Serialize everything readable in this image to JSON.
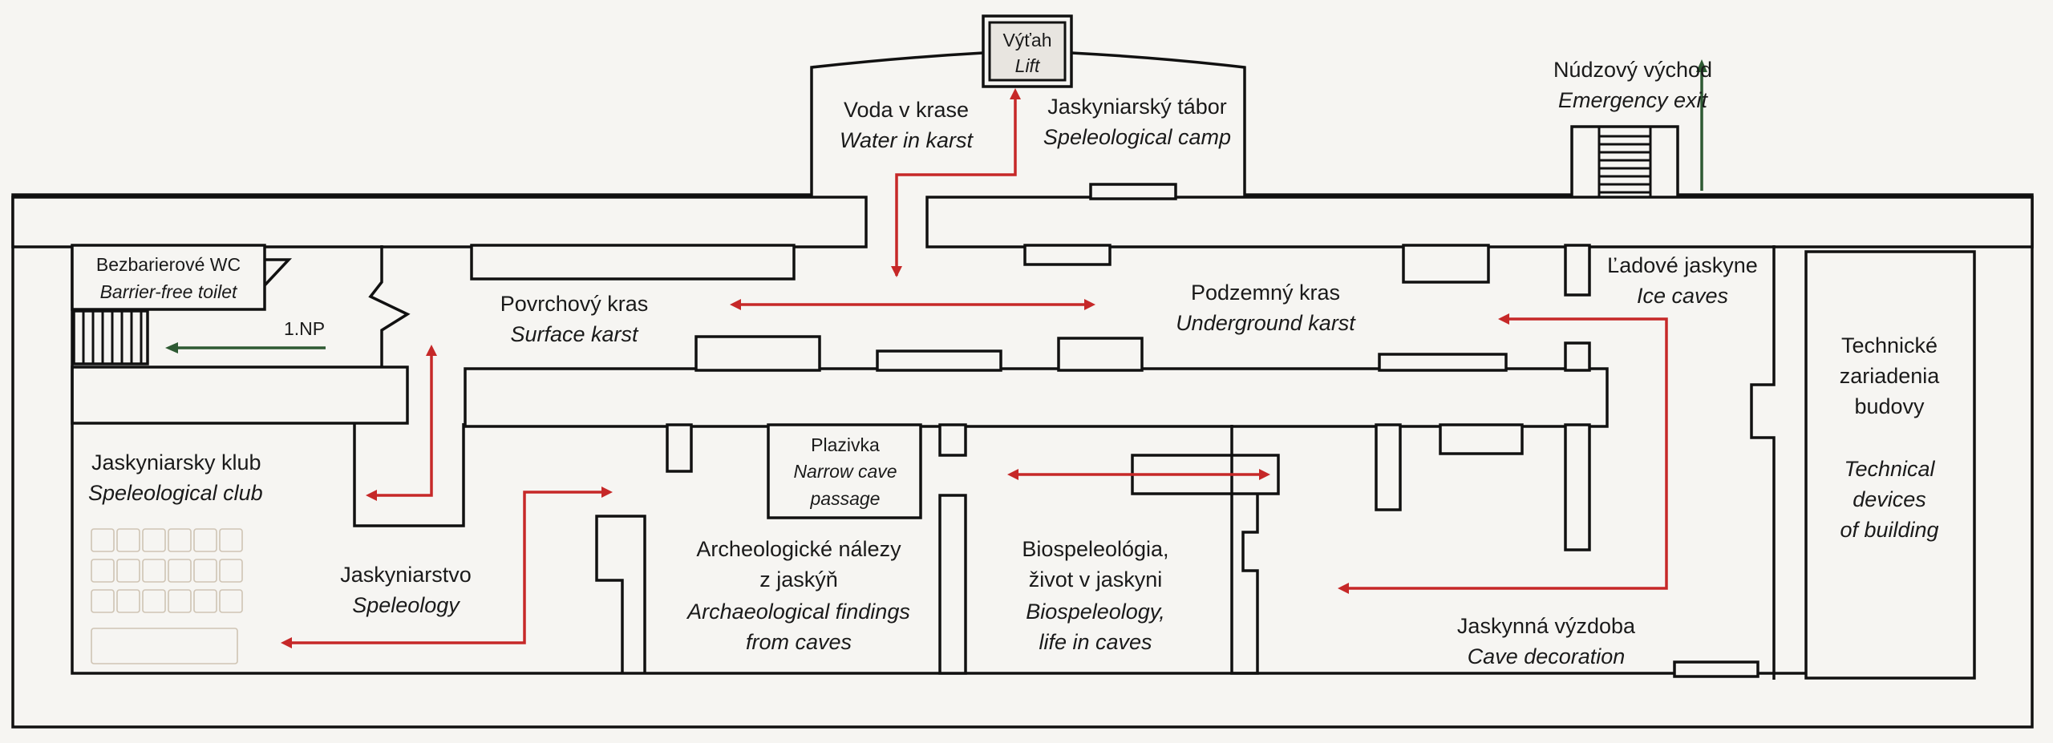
{
  "plan": {
    "colors": {
      "wall": "#111111",
      "route_arrow": "#c62828",
      "exit_arrow": "#2e5a33",
      "background": "#f6f5f2"
    },
    "labels": {
      "lift": {
        "sk": "Výťah",
        "en": "Lift"
      },
      "water_in_karst": {
        "sk": "Voda v krase",
        "en": "Water in karst"
      },
      "speleological_camp": {
        "sk": "Jaskyniarský tábor",
        "en": "Speleological camp"
      },
      "emergency_exit": {
        "sk": "Núdzový východ",
        "en": "Emergency exit"
      },
      "barrier_free_toilet": {
        "sk": "Bezbarierové WC",
        "en": "Barrier-free toilet"
      },
      "floor": "1.NP",
      "surface_karst": {
        "sk": "Povrchový kras",
        "en": "Surface karst"
      },
      "underground_karst": {
        "sk": "Podzemný kras",
        "en": "Underground karst"
      },
      "ice_caves": {
        "sk": "Ľadové jaskyne",
        "en": "Ice caves"
      },
      "technical_devices": {
        "sk": [
          "Technické",
          "zariadenia",
          "budovy"
        ],
        "en": [
          "Technical",
          "devices",
          "of building"
        ]
      },
      "speleological_club": {
        "sk": "Jaskyniarsky klub",
        "en": "Speleological club"
      },
      "speleology": {
        "sk": "Jaskyniarstvo",
        "en": "Speleology"
      },
      "narrow_cave_passage": {
        "sk": "Plazivka",
        "en": [
          "Narrow cave",
          "passage"
        ]
      },
      "archaeological_findings": {
        "sk": [
          "Archeologické nálezy",
          "z jaskýň"
        ],
        "en": [
          "Archaeological findings",
          "from caves"
        ]
      },
      "biospeleology": {
        "sk": [
          "Biospeleológia,",
          "život v jaskyni"
        ],
        "en": [
          "Biospeleology,",
          "life in caves"
        ]
      },
      "cave_decoration": {
        "sk": "Jaskynná výzdoba",
        "en": "Cave decoration"
      }
    }
  }
}
